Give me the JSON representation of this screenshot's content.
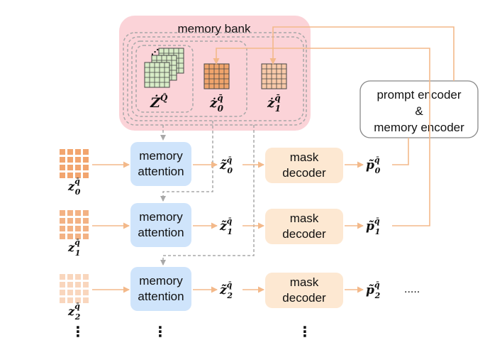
{
  "memory_bank": {
    "title": "memory bank",
    "items": [
      {
        "var": "Ż",
        "sup": "Q̂",
        "sub": ""
      },
      {
        "var": "ż",
        "sup": "q̄",
        "sub": "0"
      },
      {
        "var": "ż",
        "sup": "q̄",
        "sub": "1"
      }
    ]
  },
  "encoder": {
    "line1": "prompt encoder",
    "line2": "&",
    "line3": "memory encoder"
  },
  "rows": [
    {
      "input": {
        "var": "z",
        "sup": "q̄",
        "sub": "0"
      },
      "attention": {
        "line1": "memory",
        "line2": "attention"
      },
      "attn_out": {
        "var": "z̃",
        "sup": "q̄",
        "sub": "0"
      },
      "decoder": {
        "line1": "mask",
        "line2": "decoder"
      },
      "output": {
        "var": "p̃",
        "sup": "q̄",
        "sub": "0"
      }
    },
    {
      "input": {
        "var": "z",
        "sup": "q̄",
        "sub": "1"
      },
      "attention": {
        "line1": "memory",
        "line2": "attention"
      },
      "attn_out": {
        "var": "z̃",
        "sup": "q̄",
        "sub": "1"
      },
      "decoder": {
        "line1": "mask",
        "line2": "decoder"
      },
      "output": {
        "var": "p̃",
        "sup": "q̄",
        "sub": "1"
      }
    },
    {
      "input": {
        "var": "z",
        "sup": "q̄",
        "sub": "2"
      },
      "attention": {
        "line1": "memory",
        "line2": "attention"
      },
      "attn_out": {
        "var": "z̃",
        "sup": "q̄",
        "sub": "2"
      },
      "decoder": {
        "line1": "mask",
        "line2": "decoder"
      },
      "output": {
        "var": "p̃",
        "sup": "q̄",
        "sub": "2"
      }
    }
  ],
  "continuation": {
    "row_trailing": ".....",
    "vertical": "⋮"
  },
  "colors": {
    "memory_bank_fill": "#fbd3d8",
    "attention_fill": "#cfe4fb",
    "decoder_fill": "#fde8d2",
    "arrow": "#f3b98a",
    "dashed": "#a8a8a8",
    "grid_orange": "#f0a46c",
    "grid_green": "#d8ecc7"
  }
}
